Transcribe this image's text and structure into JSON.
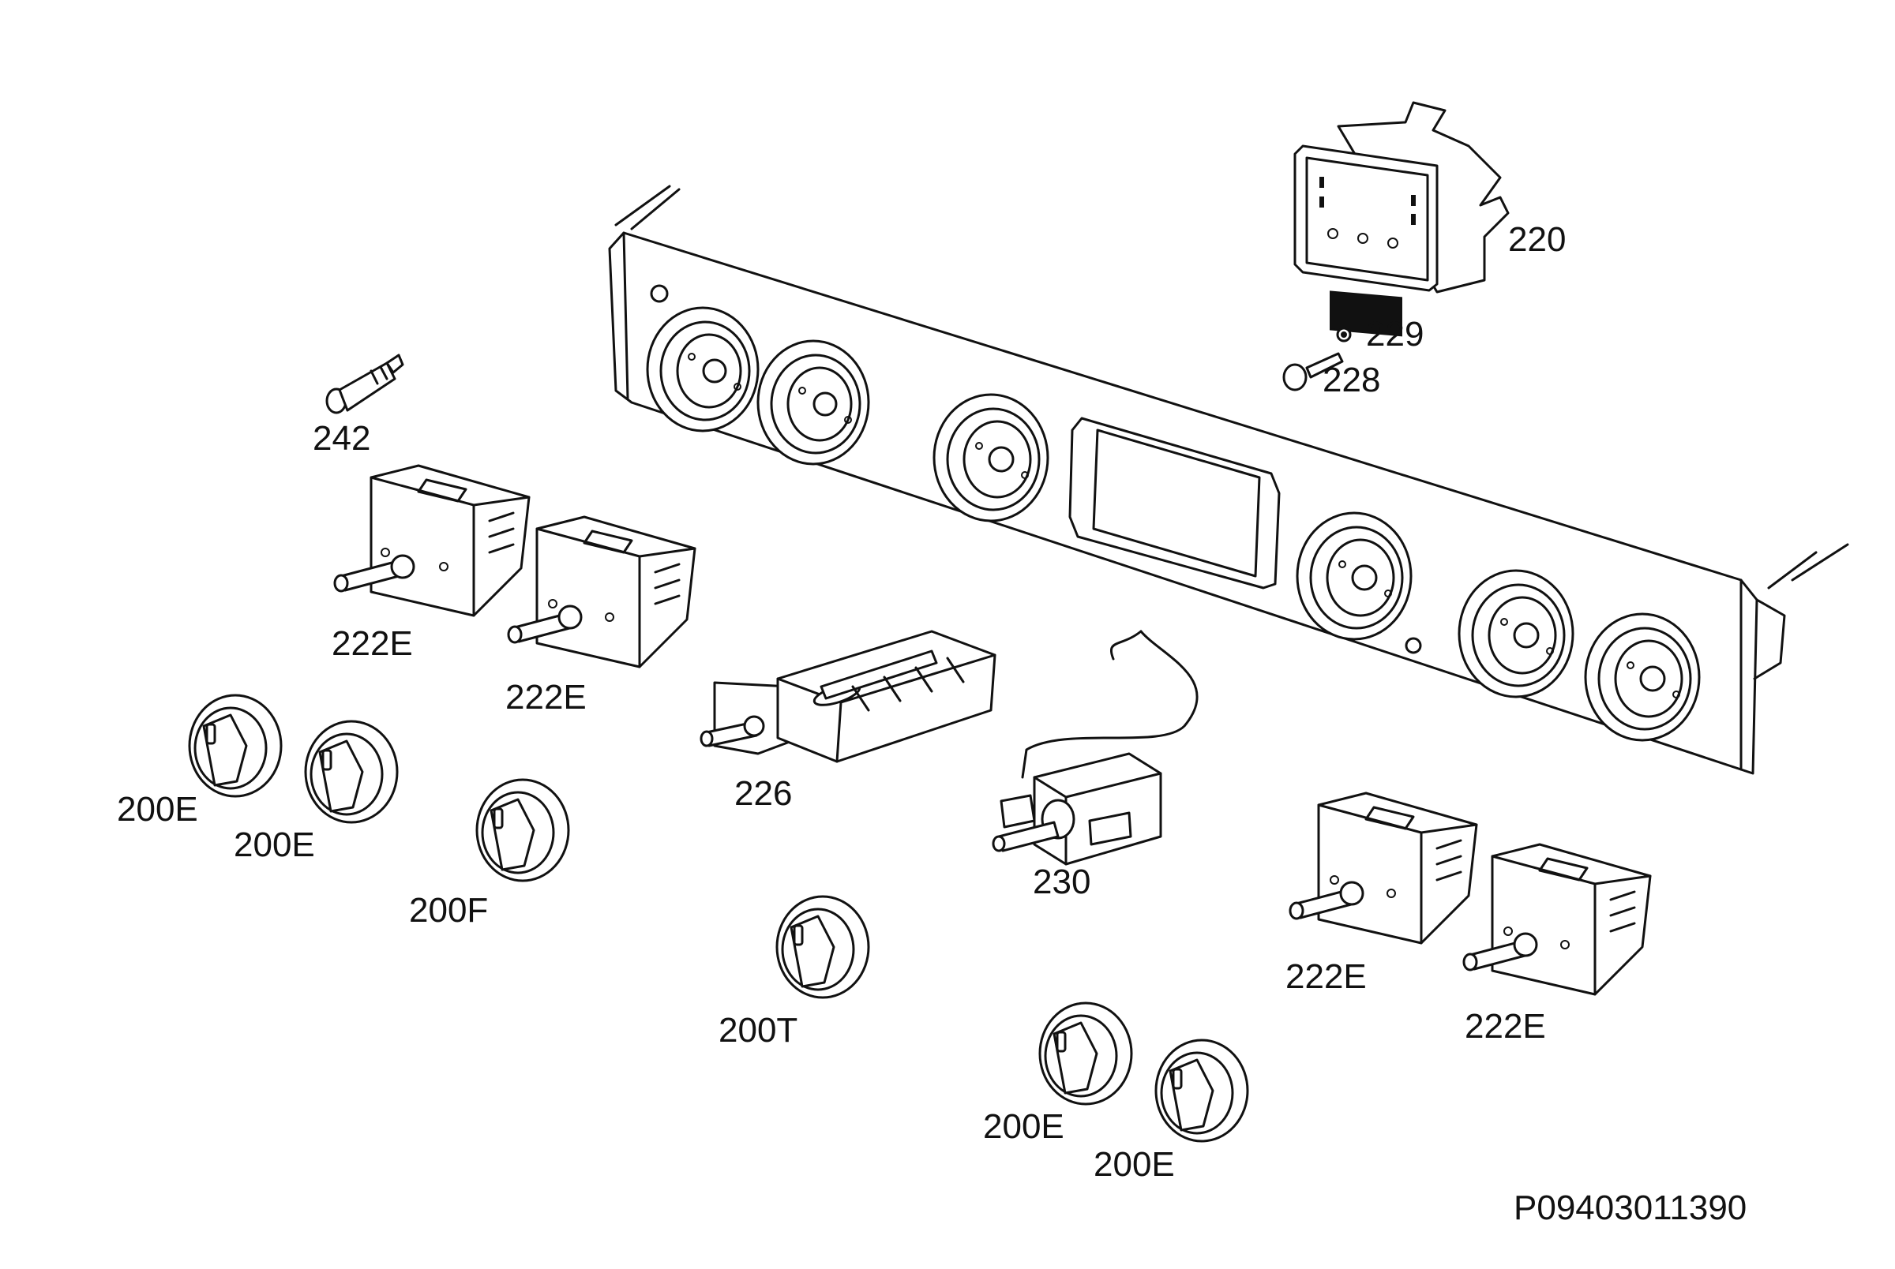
{
  "diagram_code": "P09403011390",
  "callouts": {
    "p220": "220",
    "p229": "229",
    "p228": "228",
    "p242": "242",
    "p222e_1": "222E",
    "p222e_2": "222E",
    "p222e_3": "222E",
    "p222e_4": "222E",
    "p226": "226",
    "p230": "230",
    "p200e_1": "200E",
    "p200e_2": "200E",
    "p200e_3": "200E",
    "p200e_4": "200E",
    "p200f": "200F",
    "p200t": "200T"
  }
}
